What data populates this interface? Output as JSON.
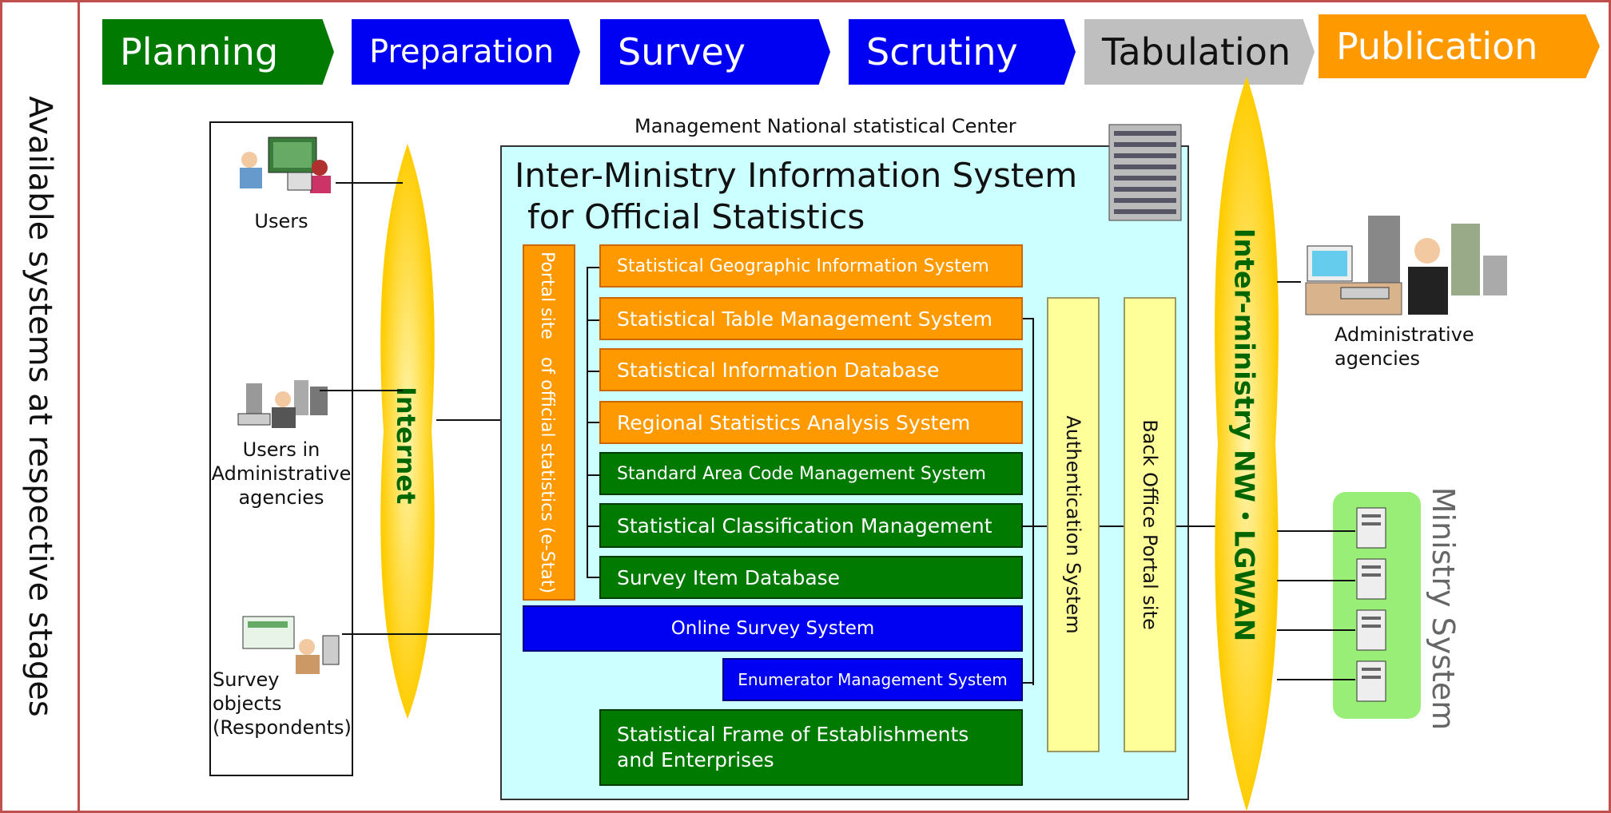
{
  "side_title": "Available systems at respective stages",
  "stages": [
    {
      "label": "Planning",
      "color": "green"
    },
    {
      "label": "Preparation",
      "color": "blue"
    },
    {
      "label": "Survey",
      "color": "blue"
    },
    {
      "label": "Scrutiny",
      "color": "blue"
    },
    {
      "label": "Tabulation",
      "color": "gray"
    },
    {
      "label": "Publication",
      "color": "orange"
    }
  ],
  "center_caption": "Management National statistical Center",
  "system_title_line1": "Inter-Ministry Information System",
  "system_title_line2": "for Official Statistics",
  "portal": "Portal site　of official statistics (e-Stat)",
  "internet": "Internet",
  "intermin": "Inter-ministry NW・LGWAN",
  "ministry_system": "Ministry System",
  "auth": "Authentication System",
  "backoffice": "Back Office Portal site",
  "users": [
    {
      "label": "Users"
    },
    {
      "label": "Users in\nAdministrative\nagencies"
    },
    {
      "label": "Survey\nobjects\n(Respondents)"
    }
  ],
  "admin_agencies": "Administrative\nagencies",
  "systems": {
    "sgis": "Statistical Geographic Information System",
    "stms": "Statistical Table Management System",
    "sidb": "Statistical Information Database",
    "rsas": "Regional Statistics Analysis System",
    "sacm": "Standard Area Code Management  System",
    "scm": "Statistical Classification Management",
    "sidb2": "Survey Item Database",
    "oss": "Online Survey System",
    "ems": "Enumerator Management System",
    "sfee": "Statistical Frame of Establishments\nand Enterprises"
  },
  "colors": {
    "green": "#007a00",
    "blue": "#0000f2",
    "orange": "#ff9900",
    "frame": "#c0504d",
    "cyan": "#ccffff",
    "yellow": "#ffff99"
  }
}
